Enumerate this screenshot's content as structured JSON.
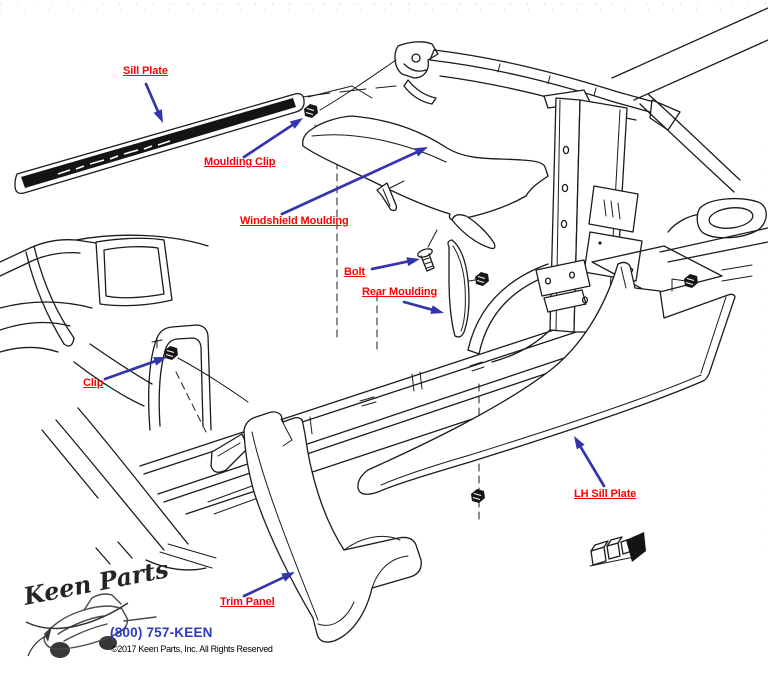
{
  "labels": [
    {
      "id": "sill-plate",
      "text": "Sill Plate"
    },
    {
      "id": "moulding-clip",
      "text": "Moulding Clip"
    },
    {
      "id": "windshield-moulding",
      "text": "Windshield Moulding"
    },
    {
      "id": "bolt",
      "text": "Bolt"
    },
    {
      "id": "rear-moulding",
      "text": "Rear Moulding"
    },
    {
      "id": "clip",
      "text": "Clip"
    },
    {
      "id": "lh-sill-plate",
      "text": "LH Sill Plate"
    },
    {
      "id": "trim-panel",
      "text": "Trim Panel"
    }
  ],
  "footer": {
    "brand": "Keen Parts",
    "phone": "(800) 757-KEEN",
    "copyright": "©2017 Keen Parts, Inc. All Rights Reserved"
  },
  "colors": {
    "label": "#ff0000",
    "arrow": "#3434af",
    "phone": "#2b3bbf",
    "line": "#1b1b1b"
  }
}
